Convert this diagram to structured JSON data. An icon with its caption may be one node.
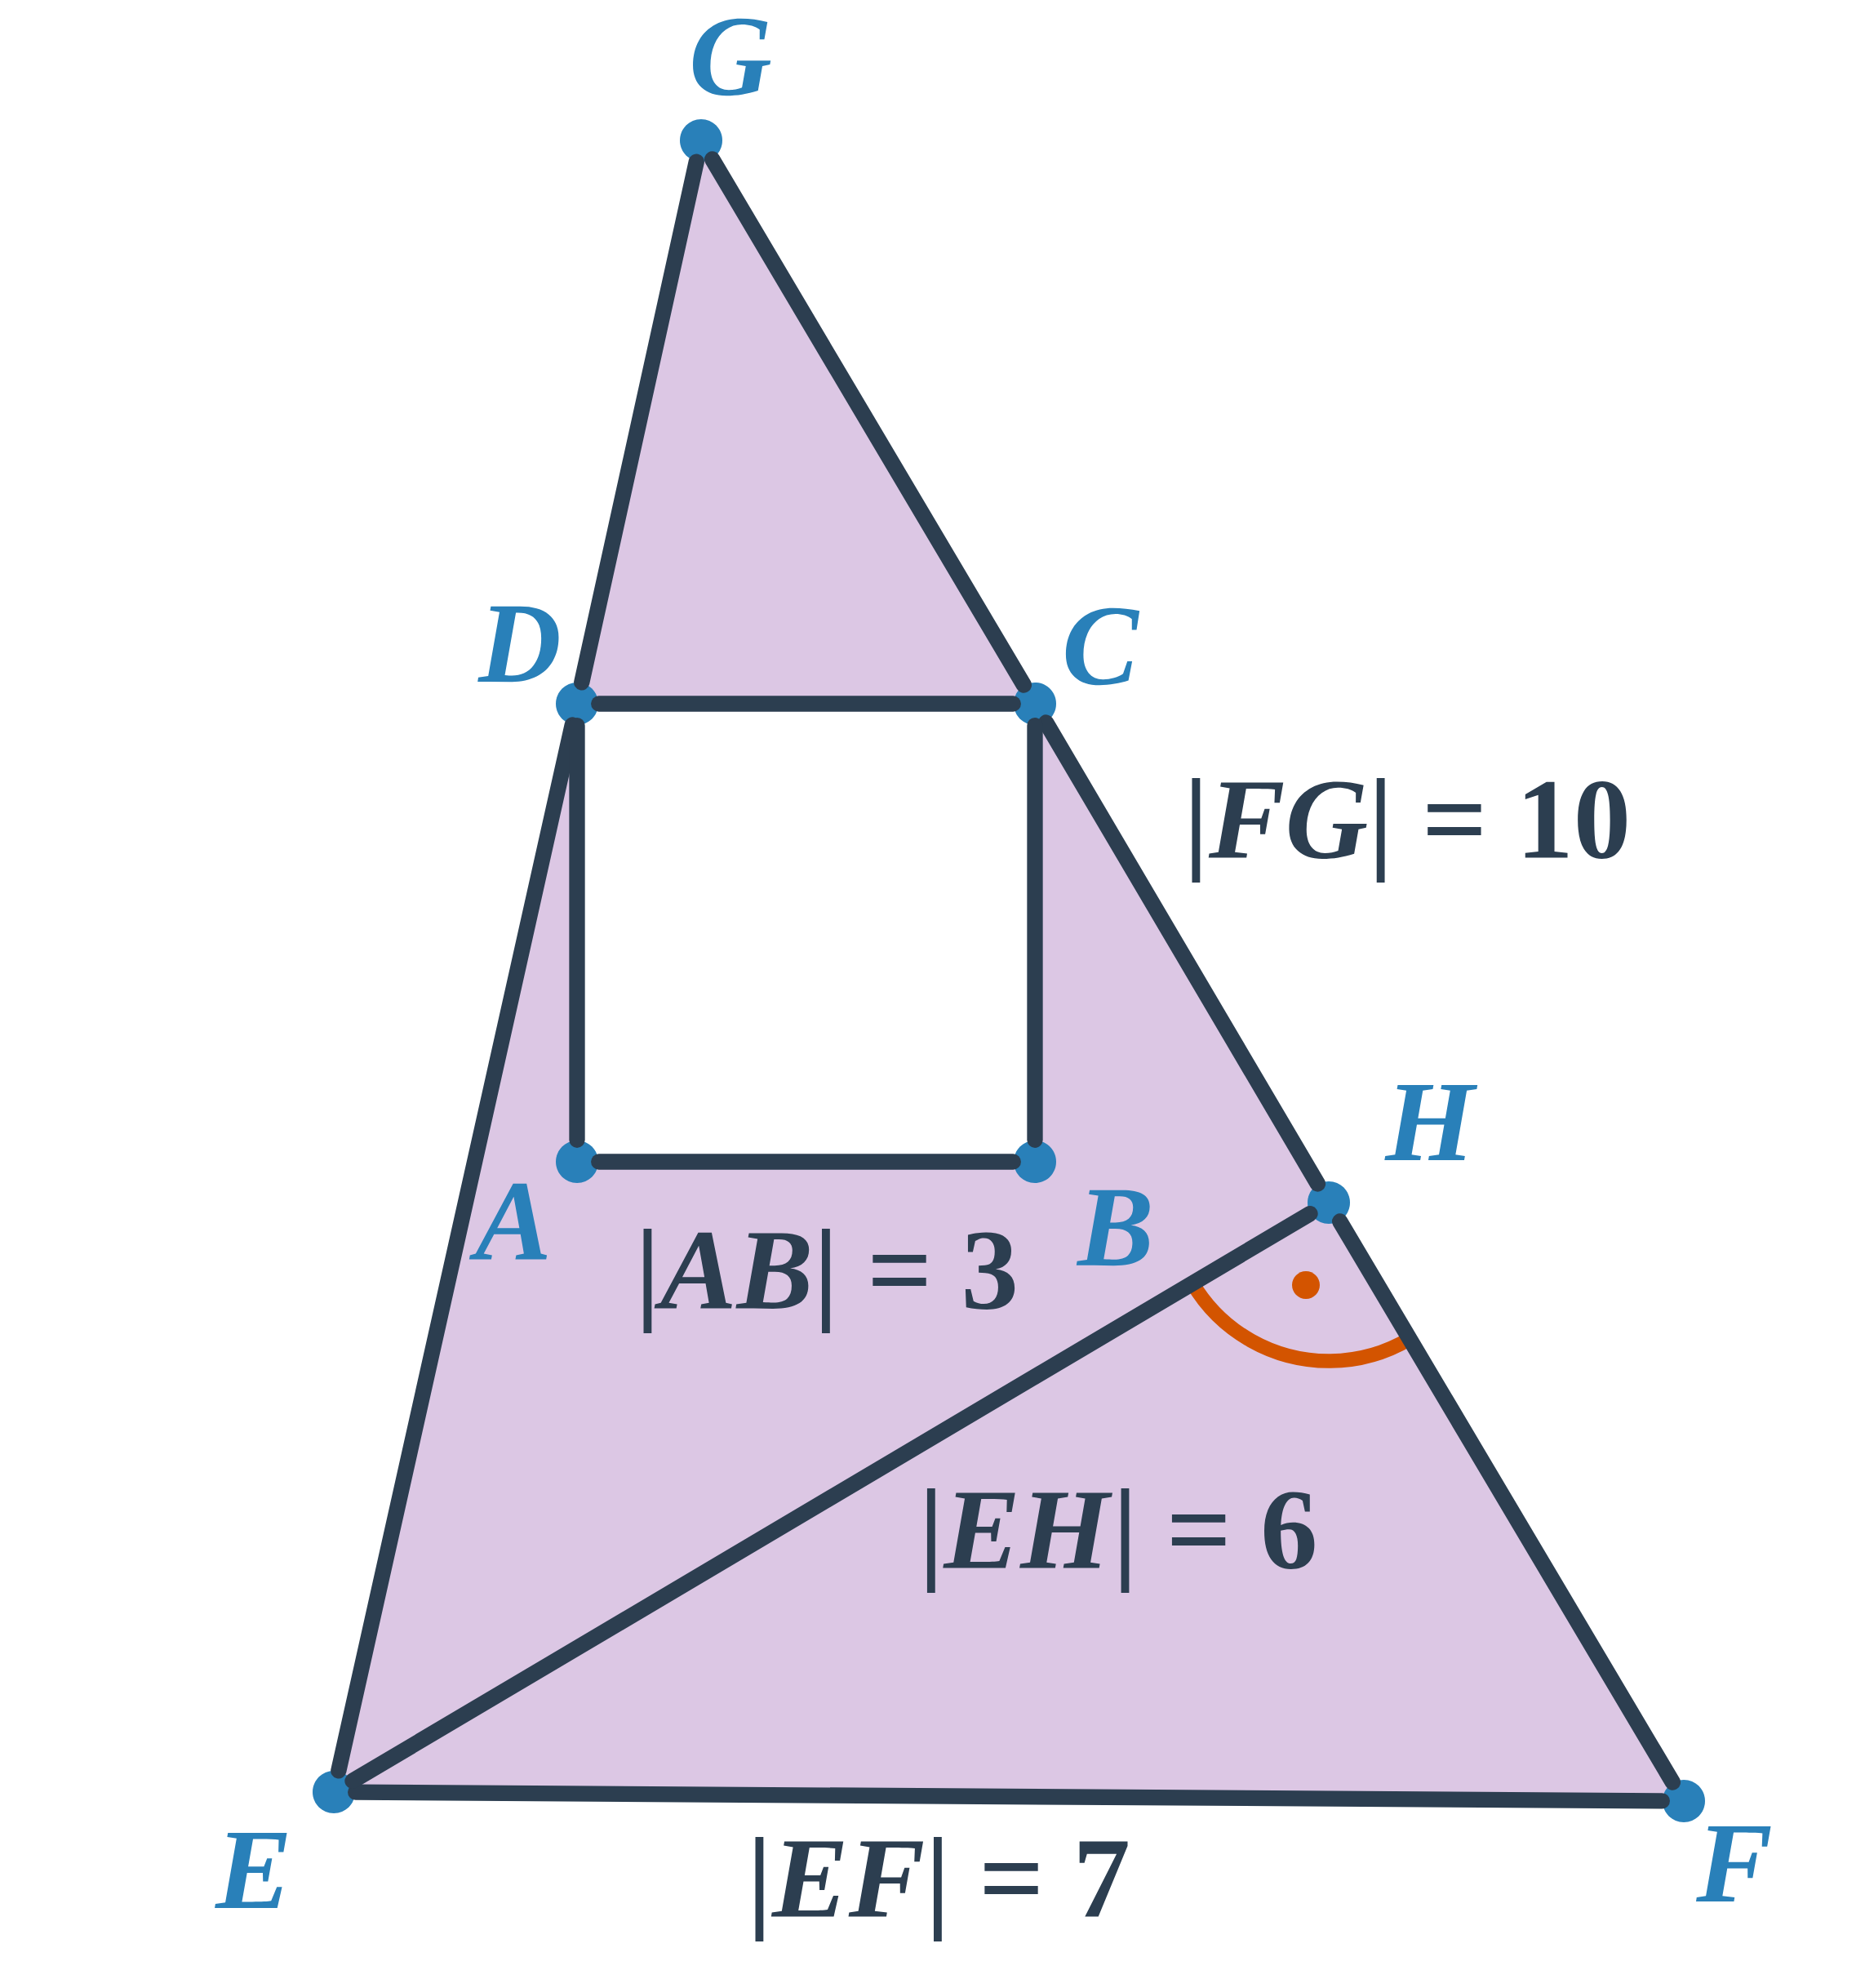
{
  "diagram": {
    "nodes": [
      {
        "text": [],
        "shape": "circle",
        "beside": [
          "G"
        ]
      },
      {
        "text": [],
        "shape": "circle",
        "beside": [
          "D"
        ]
      },
      {
        "text": [],
        "shape": "circle",
        "beside": [
          "C"
        ]
      },
      {
        "text": [],
        "shape": "circle",
        "beside": [
          "A"
        ]
      },
      {
        "text": [],
        "shape": "circle",
        "beside": [
          "B"
        ]
      },
      {
        "text": [],
        "shape": "circle",
        "beside": [
          "H"
        ]
      },
      {
        "text": [],
        "shape": "circle",
        "beside": [
          "E"
        ]
      },
      {
        "text": [],
        "shape": "circle",
        "beside": [
          "F"
        ]
      }
    ],
    "edges": [
      {
        "from": 0,
        "to": 1,
        "arrow": "none"
      },
      {
        "from": 1,
        "to": 6,
        "arrow": "none"
      },
      {
        "from": 0,
        "to": 2,
        "arrow": "none"
      },
      {
        "from": 2,
        "to": 5,
        "arrow": "none"
      },
      {
        "from": 5,
        "to": 7,
        "arrow": "none"
      },
      {
        "from": 6,
        "to": 7,
        "arrow": "none"
      },
      {
        "from": 1,
        "to": 2,
        "arrow": "none"
      },
      {
        "from": 2,
        "to": 4,
        "arrow": "none"
      },
      {
        "from": 4,
        "to": 3,
        "arrow": "none"
      },
      {
        "from": 3,
        "to": 1,
        "arrow": "none"
      },
      {
        "from": 6,
        "to": 5,
        "arrow": "none"
      }
    ],
    "labels": [
      "|*FG*| = 10",
      "|*AB*| = 3",
      "|*EH*| = 6",
      "|*EF*| = 7"
    ]
  }
}
